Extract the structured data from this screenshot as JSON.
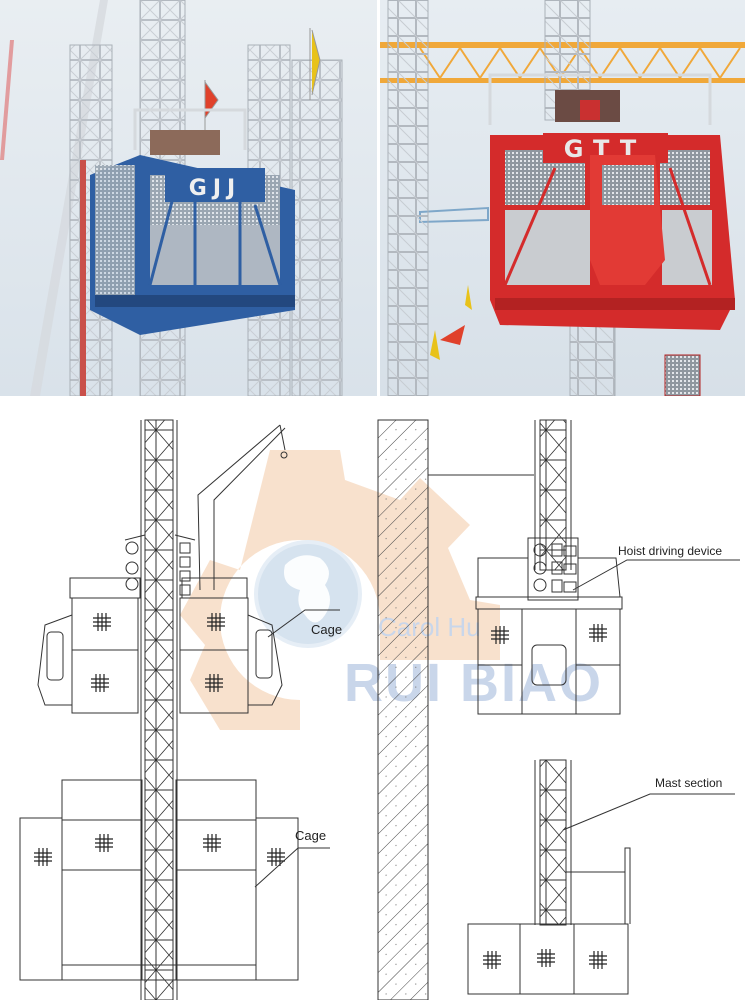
{
  "photos": [
    {
      "id": "left",
      "description": "Blue twin-cage construction hoist on lattice mast",
      "cage_color": "#2f5fa3",
      "logo_text": "GJJ"
    },
    {
      "id": "right",
      "description": "Red construction hoist cage with tower crane behind",
      "cage_color": "#d42b2b",
      "logo_text": "GTT"
    }
  ],
  "diagram": {
    "labels": {
      "cage_upper": "Cage",
      "cage_lower": "Cage",
      "hoist_driving_device": "Hoist driving device",
      "mast_section": "Mast section"
    },
    "watermark": {
      "line1": "Carol Hu",
      "line2": "RUI BIAO"
    }
  },
  "colors": {
    "sky": "#dfe8ef",
    "mast_steel": "#c7ccd1",
    "crane_yellow": "#f0a83a",
    "line": "#333333",
    "watermark_orange": "#f7d9bf",
    "watermark_blue": "#c9d6ea"
  }
}
